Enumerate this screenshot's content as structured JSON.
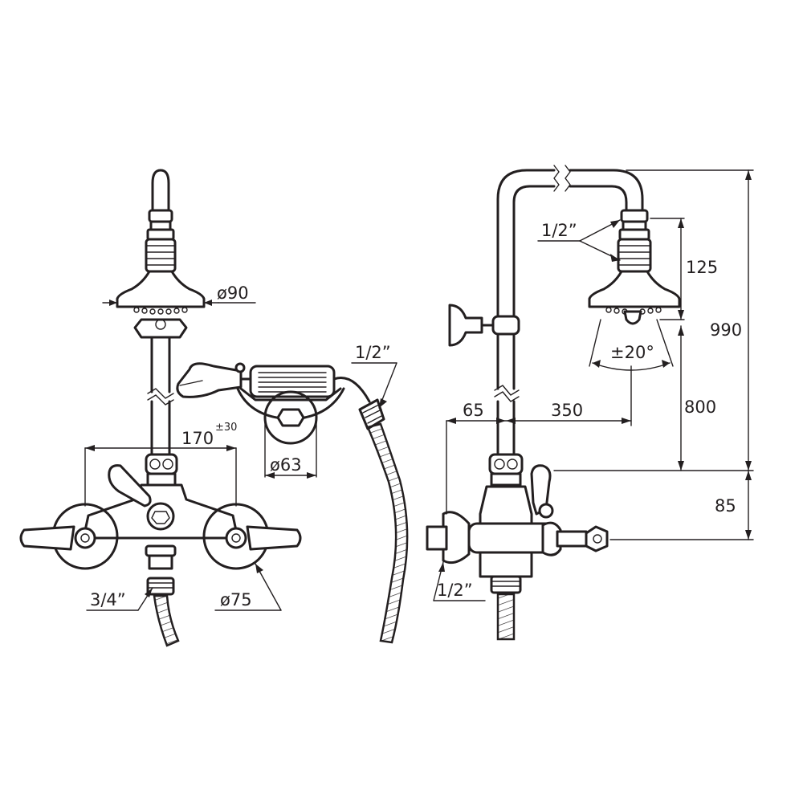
{
  "dimensions": {
    "head_diameter": "ø90",
    "arm_spacing": "170",
    "arm_spacing_tolerance": "±30",
    "inlet_thread": "3/4”",
    "escutcheon_diameter": "ø75",
    "hose_thread": "1/2”",
    "handshower_holder_diameter": "ø63",
    "head_thread": "1/2”",
    "head_height": "125",
    "head_tilt": "±20°",
    "total_height": "990",
    "arm_offset": "65",
    "arm_projection": "350",
    "riser_height": "800",
    "mixer_height": "85",
    "outlet_thread": "1/2”"
  },
  "colors": {
    "line": "#231f20",
    "background": "#ffffff"
  }
}
